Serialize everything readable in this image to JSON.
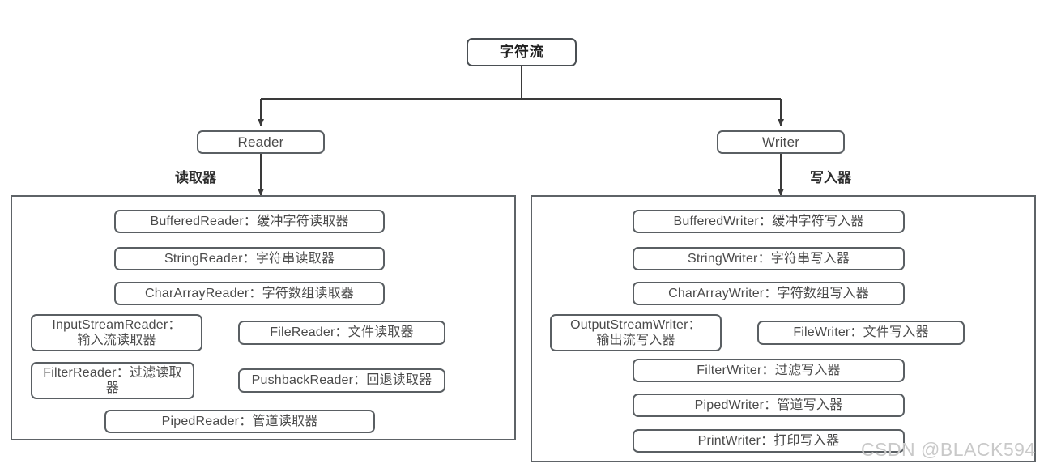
{
  "diagram": {
    "title": "字符流",
    "root": {
      "label": "字符流"
    },
    "branches": [
      {
        "label": "Reader",
        "caption": "读取器"
      },
      {
        "label": "Writer",
        "caption": "写入器"
      }
    ],
    "reader_group": {
      "caption": "读取器",
      "items": [
        {
          "label": "BufferedReader：缓冲字符读取器"
        },
        {
          "label": "StringReader：字符串读取器"
        },
        {
          "label": "CharArrayReader：字符数组读取器"
        },
        {
          "label": "InputStreamReader：\n输入流读取器"
        },
        {
          "label": "FileReader：文件读取器"
        },
        {
          "label": "FilterReader：过滤读取\n器"
        },
        {
          "label": "PushbackReader：回退读取器"
        },
        {
          "label": "PipedReader：管道读取器"
        }
      ]
    },
    "writer_group": {
      "caption": "写入器",
      "items": [
        {
          "label": "BufferedWriter：缓冲字符写入器"
        },
        {
          "label": "StringWriter：字符串写入器"
        },
        {
          "label": "CharArrayWriter：字符数组写入器"
        },
        {
          "label": "OutputStreamWriter：\n输出流写入器"
        },
        {
          "label": "FileWriter：文件写入器"
        },
        {
          "label": "FilterWriter：过滤写入器"
        },
        {
          "label": "PipedWriter：管道写入器"
        },
        {
          "label": "PrintWriter：打印写入器"
        }
      ]
    },
    "watermark": "CSDN @BLACK594",
    "colors": {
      "stroke": "#5a5f63",
      "text": "#4a4a4a",
      "background": "#ffffff",
      "watermark": "#c9c9c9"
    }
  }
}
